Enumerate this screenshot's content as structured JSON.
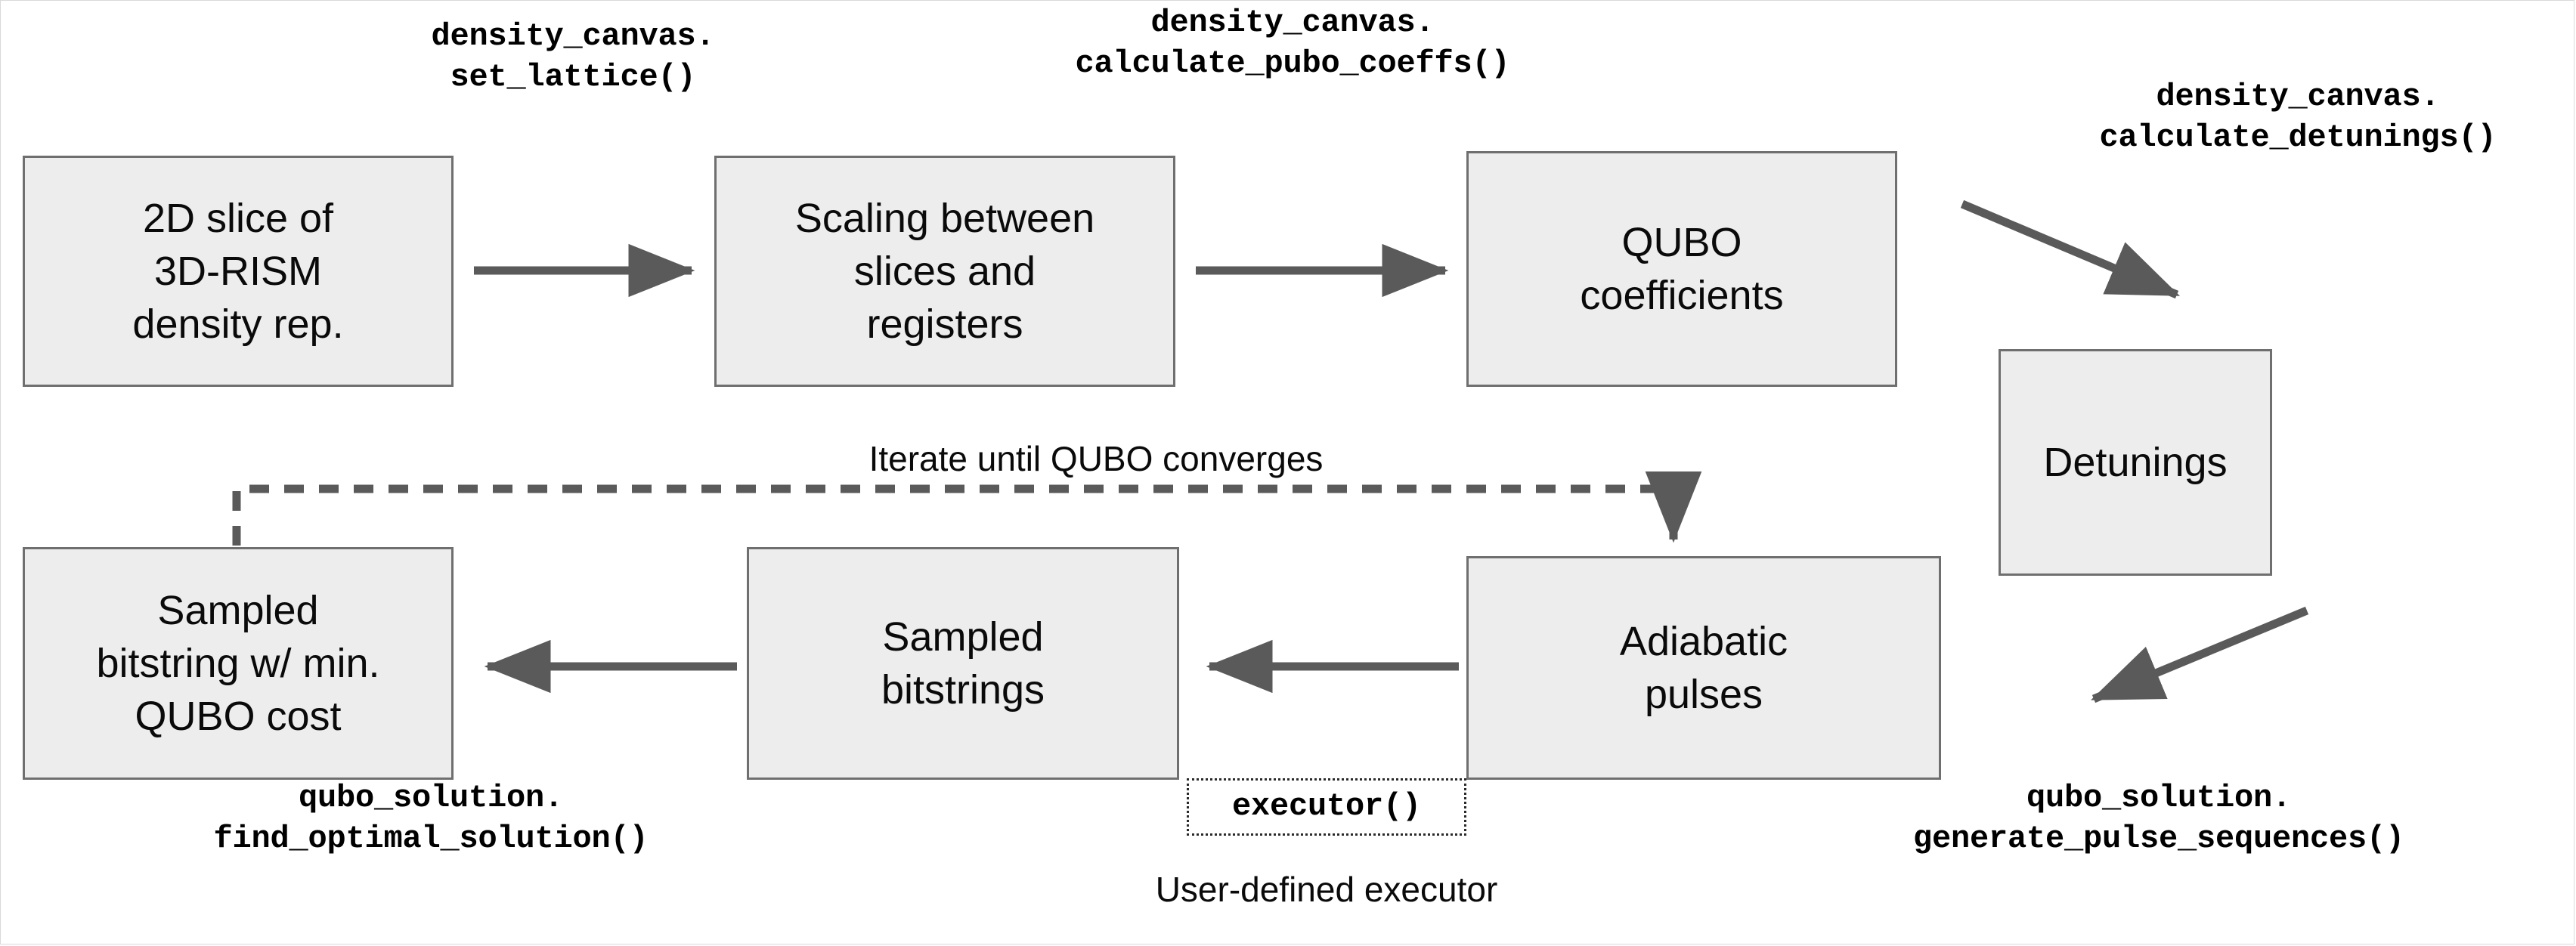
{
  "diagram": {
    "title": "QUBO pipeline flowchart",
    "colors": {
      "background": "#ffffff",
      "box_fill": "#ededed",
      "box_border": "#6f6f6f",
      "arrow": "#5a5a5a",
      "text": "#0a0a0a"
    },
    "boxes": [
      {
        "id": "slice",
        "label": "2D slice of\n3D-RISM\ndensity rep."
      },
      {
        "id": "scaling",
        "label": "Scaling between\nslices and\nregisters"
      },
      {
        "id": "qubo",
        "label": "QUBO\ncoefficients"
      },
      {
        "id": "detunings",
        "label": "Detunings"
      },
      {
        "id": "adiabatic",
        "label": "Adiabatic\npulses"
      },
      {
        "id": "bitstrings",
        "label": "Sampled\nbitstrings"
      },
      {
        "id": "minimum",
        "label": "Sampled\nbitstring w/ min.\nQUBO cost"
      }
    ],
    "code_labels": [
      {
        "id": "set-lattice",
        "text": "density_canvas.\nset_lattice()"
      },
      {
        "id": "pubo-coeffs",
        "text": "density_canvas.\ncalculate_pubo_coeffs()"
      },
      {
        "id": "calc-detunings",
        "text": "density_canvas.\ncalculate_detunings()"
      },
      {
        "id": "pulse-sequences",
        "text": "qubo_solution.\ngenerate_pulse_sequences()"
      },
      {
        "id": "optimal-solution",
        "text": "qubo_solution.\nfind_optimal_solution()"
      },
      {
        "id": "executor",
        "text": "executor()"
      }
    ],
    "annotations": [
      {
        "id": "iterate",
        "text": "Iterate until QUBO converges"
      },
      {
        "id": "user-executor",
        "text": "User-defined executor"
      }
    ]
  }
}
